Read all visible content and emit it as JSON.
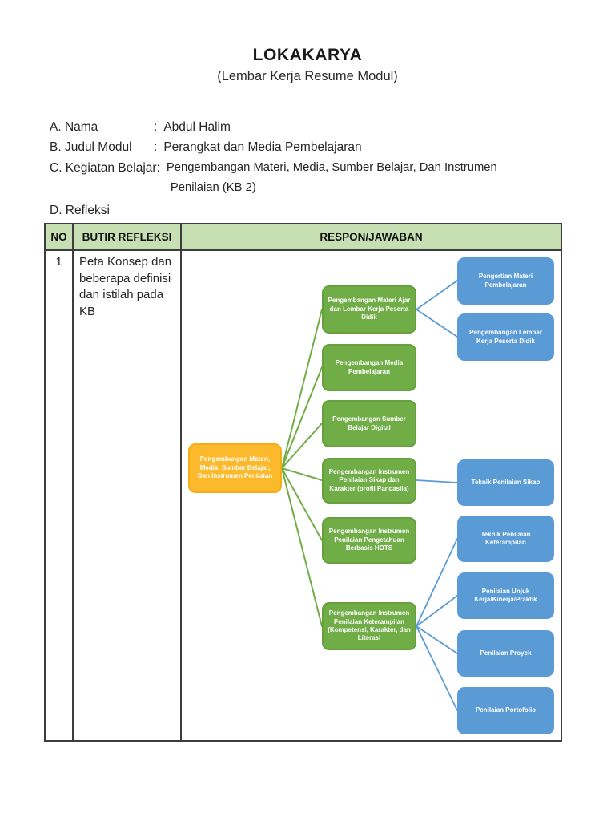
{
  "doc": {
    "title": "LOKAKARYA",
    "subtitle": "(Lembar Kerja Resume Modul)"
  },
  "info": {
    "a_label": "A. Nama",
    "a_sep": ":",
    "a_value": "Abdul Halim",
    "b_label": "B. Judul Modul",
    "b_sep": ":",
    "b_value": "Perangkat dan Media Pembelajaran",
    "c_label": "C. Kegiatan Belajar",
    "c_sep": ":",
    "c_value_line1": "Pengembangan Materi, Media, Sumber Belajar, Dan Instrumen",
    "c_value_line2": "Penilaian (KB 2)",
    "d_label": "D. Refleksi"
  },
  "table": {
    "headers": [
      "NO",
      "BUTIR REFLEKSI",
      "RESPON/JAWABAN"
    ],
    "row1": {
      "no": "1",
      "butir": "Peta Konsep dan beberapa definisi dan istilah pada KB"
    }
  },
  "diagram": {
    "root": {
      "label": "Pengembangan Materi, Media, Sumber Belajar, Dan Instrumen Penilaian"
    },
    "branches": [
      {
        "label": "Pengembangan Materi Ajar dan Lembar Kerja Peserta Didik"
      },
      {
        "label": "Pengembangan Media Pembelajaran"
      },
      {
        "label": "Pengembangan Sumber Belajar Digital"
      },
      {
        "label": "Pengembangan Instrumen Penilaian Sikap dan Karakter (profil Pancasila)"
      },
      {
        "label": "Pengembangan Instrumen Penilaian Pengetahuan Berbasis HOTS"
      },
      {
        "label": "Pengembangan Instrumen Penilaian Keterampilan (Kompetensi, Karakter, dan Literasi"
      }
    ],
    "leaves": [
      {
        "label": "Pengertian Materi Pembelajaran"
      },
      {
        "label": "Pengembangan Lembar Kerja Peserta Didik"
      },
      {
        "label": "Teknik Penilaian Sikap"
      },
      {
        "label": "Teknik Penilaian Keterampilan"
      },
      {
        "label": "Penilaian Unjuk Kerja/Kinerja/Praktik"
      },
      {
        "label": "Penilaian Proyek"
      },
      {
        "label": "Penilaian Portofolio"
      }
    ],
    "colors": {
      "root_fill": "#FBB92B",
      "branch_fill": "#70AD47",
      "leaf_fill": "#5B9BD5",
      "branch_line": "#70AD47",
      "leaf_line": "#5B9BD5",
      "table_header_bg": "#C6E0B4"
    }
  }
}
